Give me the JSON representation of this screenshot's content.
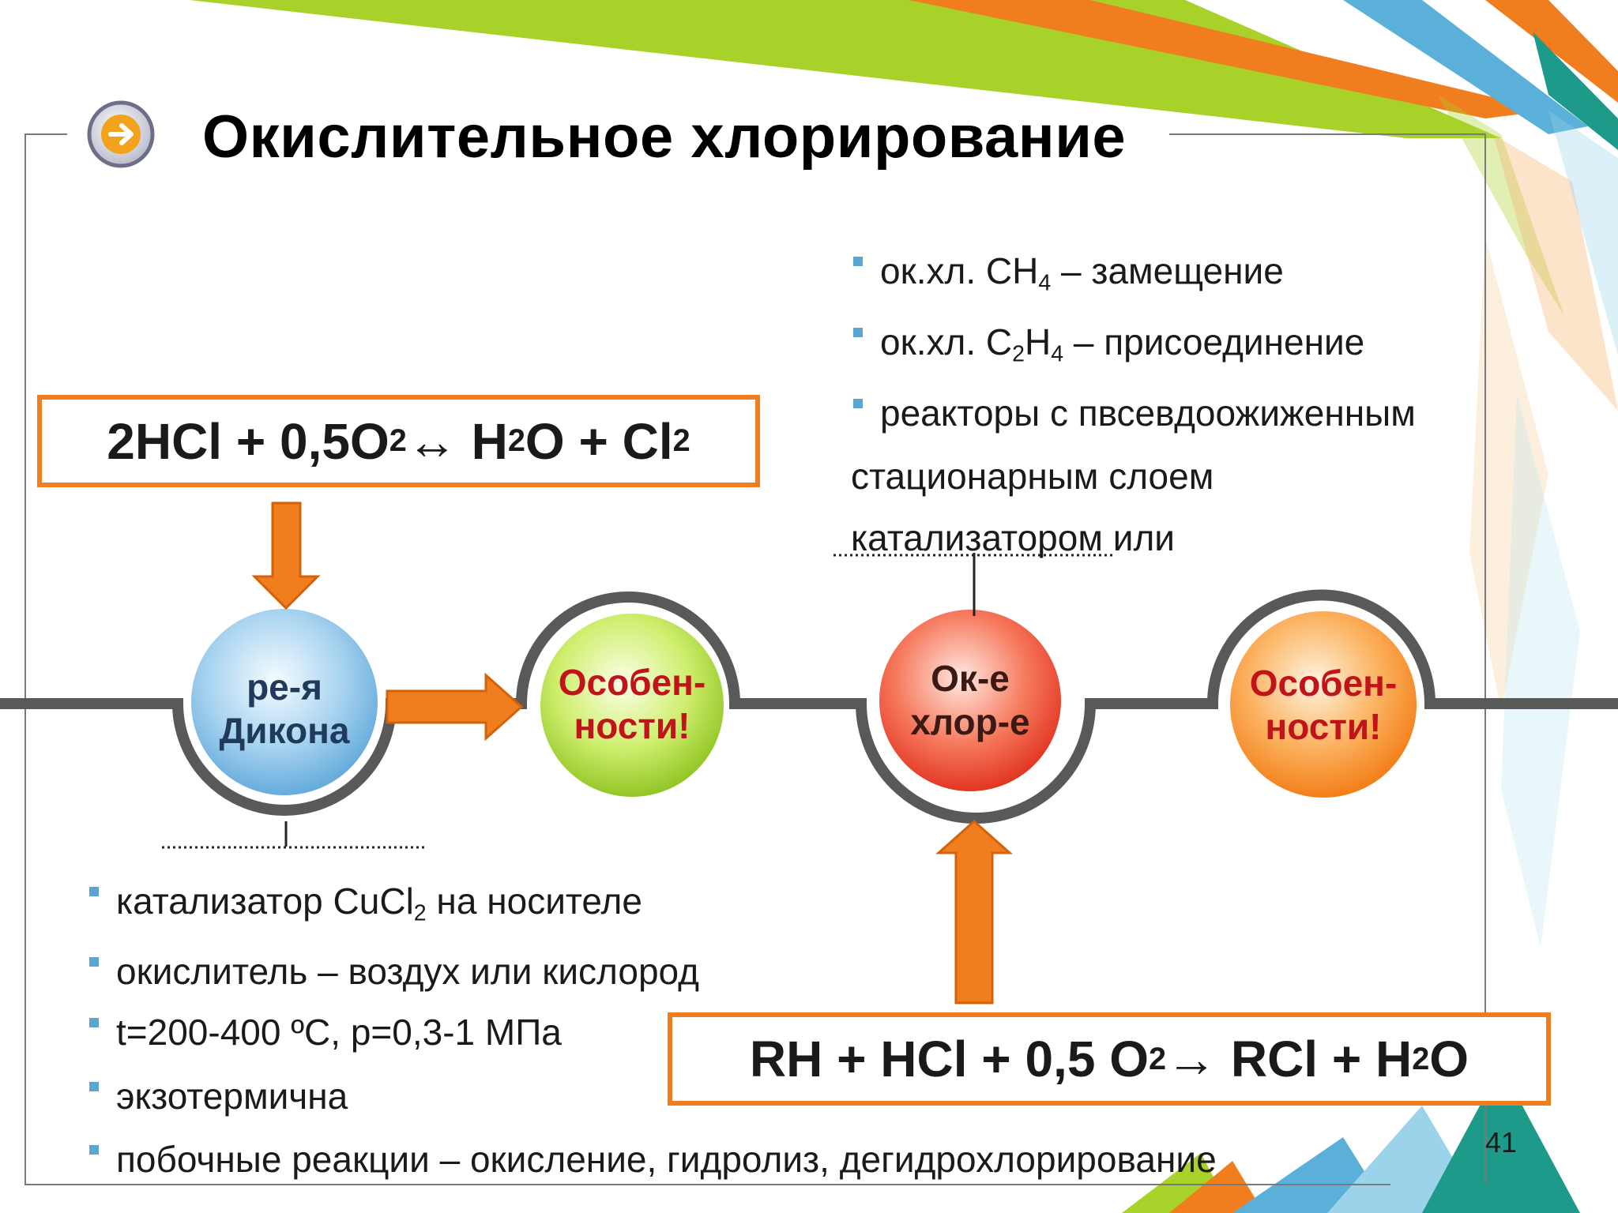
{
  "title": "Окислительное хлорирование",
  "top_bullets": [
    {
      "a": "ок.хл. CH",
      "sub": "4",
      "b": " – замещение"
    },
    {
      "a": "ок.хл. C",
      "sub": "2",
      "c": "H",
      "sub2": "4",
      "b": " –  присоединение"
    },
    {
      "text": "реакторы с пвсевдоожиженным"
    }
  ],
  "top_continuation": [
    "стационарным слоем",
    "катализатором или"
  ],
  "equation1": {
    "p1": "2HCl + 0,5O",
    "s1": "2",
    "p2": " ↔ H",
    "s2": "2",
    "p3": "O + Cl",
    "s3": "2"
  },
  "equation2": {
    "p1": "RH + HCl + 0,5 O",
    "s1": "2",
    "p2": " → RCl + H",
    "s2": "2",
    "p3": "O"
  },
  "circles": [
    {
      "line1": "ре-я",
      "line2": "Дикона",
      "color": "#1f3a5a"
    },
    {
      "line1": "Особен-",
      "line2": "ности!",
      "color": "#c0141a"
    },
    {
      "line1": "Ок-е",
      "line2": "хлор-е",
      "color": "#3a1a12"
    },
    {
      "line1": "Особен-",
      "line2": "ности!",
      "color": "#c0141a"
    }
  ],
  "bottom_bullets": [
    {
      "a": "катализатор CuCl",
      "sub": "2",
      "b": "  на носителе"
    },
    {
      "text": "окислитель – воздух или кислород"
    },
    {
      "text": "t=200-400 ºС, р=0,3-1 МПа"
    },
    {
      "text": "экзотермична"
    },
    {
      "text": "побочные реакции – окисление, гидролиз, дегидрохлорирование"
    }
  ],
  "slide_number": "41",
  "colors": {
    "accent": "#f07d1e",
    "bullet": "#5aa6d0",
    "line": "#595959"
  }
}
